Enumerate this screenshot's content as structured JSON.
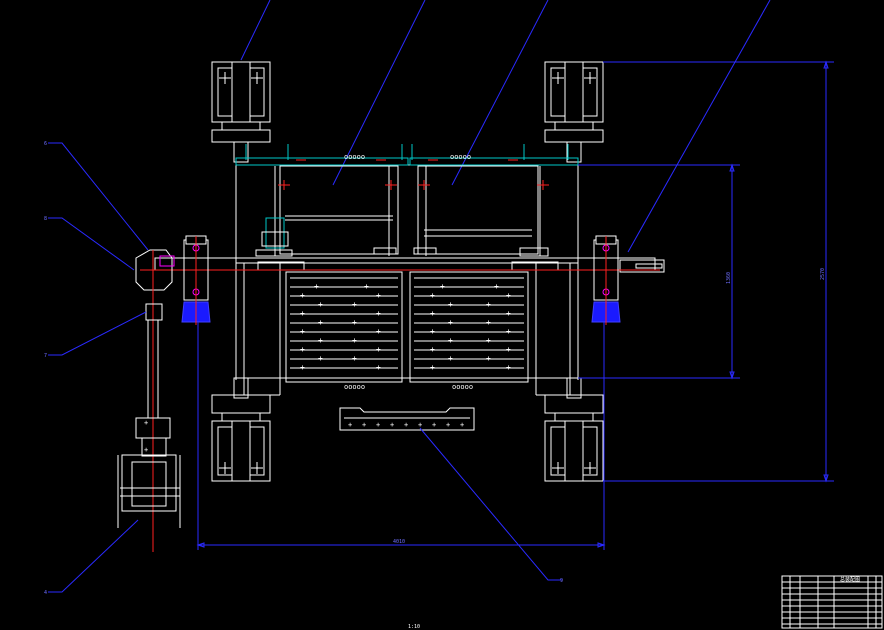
{
  "drawing": {
    "dimensions": {
      "bottom_width": "4010",
      "inner_height": "1360",
      "overall_height": "2570"
    },
    "callouts": [
      "6",
      "8",
      "7",
      "4",
      "9"
    ],
    "title_block": {
      "header": "总装配图",
      "sheet_label": "1:10"
    },
    "colors": {
      "background": "#000000",
      "linework": "#ffffff",
      "dimension": "#2a2aff",
      "centerline": "#ff2020",
      "fill_blue": "#1a1aff"
    }
  }
}
